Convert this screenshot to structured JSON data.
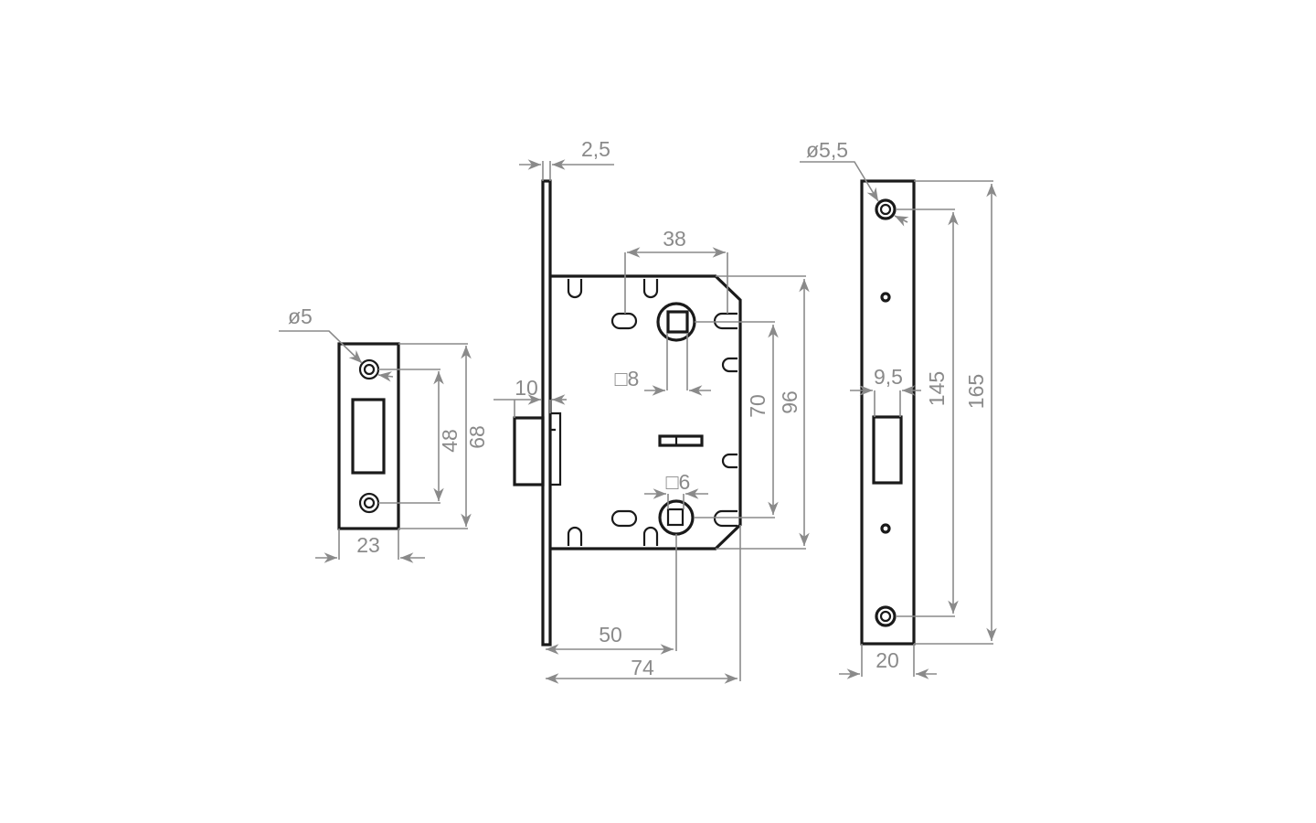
{
  "drawing": {
    "title": "Mortise latch lock technical drawing",
    "colors": {
      "outline": "#1a1a1a",
      "dimension": "#8a8a8a",
      "background": "#ffffff"
    },
    "strike_plate": {
      "hole_diameter": "ø5",
      "hole_spacing": "48",
      "height": "68",
      "width": "23"
    },
    "lock_body": {
      "faceplate_thickness": "2,5",
      "top_width": "38",
      "latch_projection": "10",
      "spindle_square": "□8",
      "privacy_square": "□6",
      "center_distance": "70",
      "body_height": "96",
      "backset": "50",
      "depth": "74"
    },
    "faceplate": {
      "hole_diameter": "ø5,5",
      "latch_slot_width": "9,5",
      "hole_spacing": "145",
      "height": "165",
      "width": "20"
    }
  }
}
